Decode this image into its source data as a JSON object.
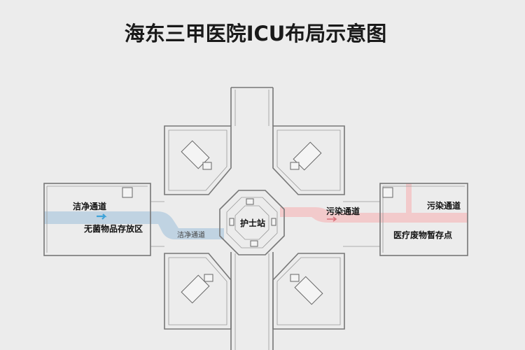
{
  "title": "海东三甲医院ICU布局示意图",
  "labels": {
    "clean_corridor_left": "洁净通道",
    "sterile_storage": "无菌物品存放区",
    "clean_corridor_mid": "洁净通道",
    "nurse_station": "护士站",
    "dirty_corridor_mid": "污染通道",
    "dirty_corridor_right": "污染通道",
    "medical_waste": "医疗废物暂存点"
  },
  "colors": {
    "clean_path": "#b9cfe0",
    "dirty_path": "#f3c4c6",
    "clean_arrow": "#3fa3d8",
    "dirty_arrow": "#d9707a",
    "background": "#ececec"
  }
}
